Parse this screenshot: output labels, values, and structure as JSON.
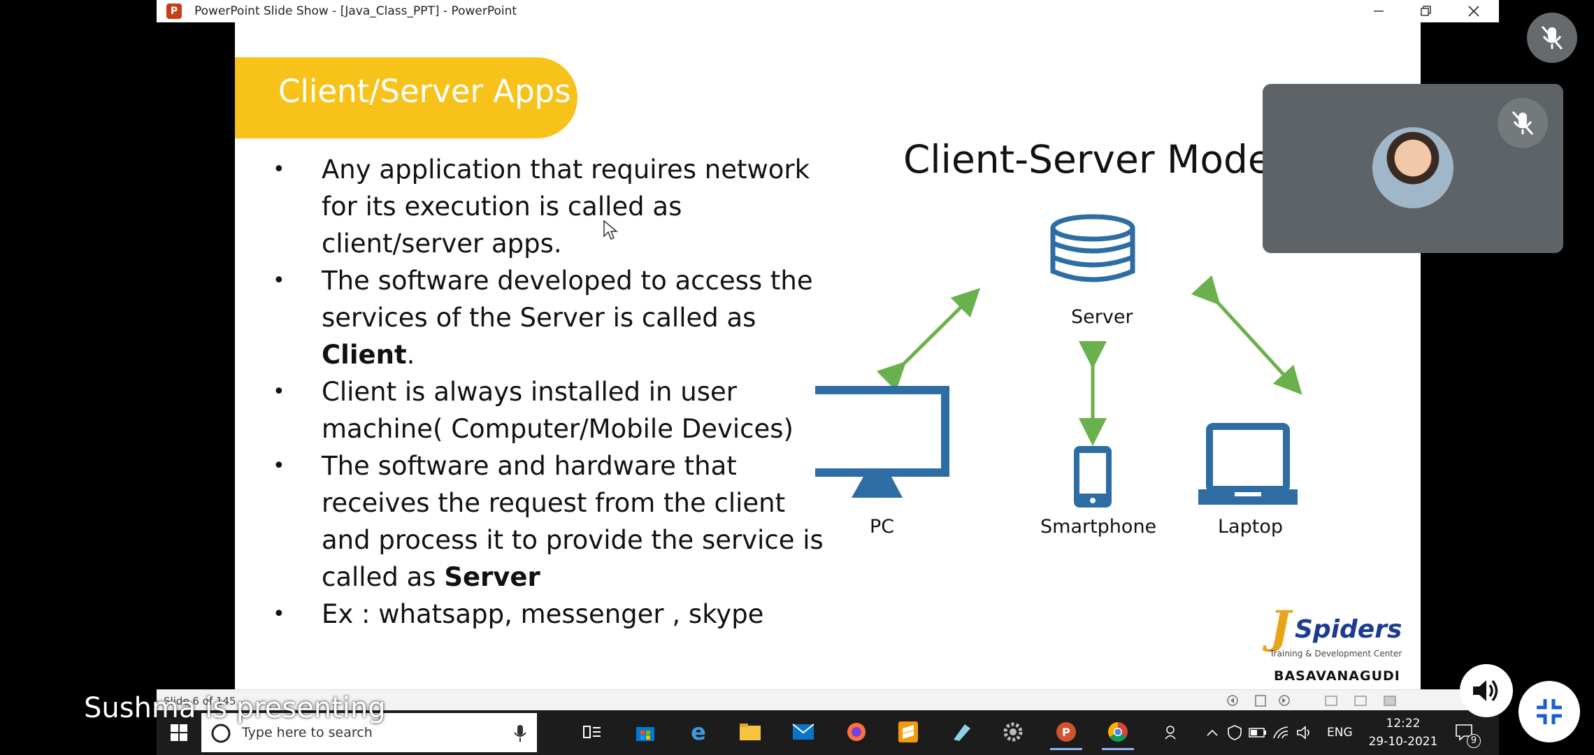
{
  "window": {
    "title": "PowerPoint Slide Show - [Java_Class_PPT] - PowerPoint",
    "app_icon_letter": "P"
  },
  "slide": {
    "banner_title": "Client/Server Apps",
    "bullets": [
      {
        "text": "Any application that requires network for its execution is called as client/server apps.",
        "bold": ""
      },
      {
        "text": "The software developed to access the services of the Server is called as ",
        "bold": "Client",
        "after": "."
      },
      {
        "text": "Client is always installed in user machine( Computer/Mobile Devices)",
        "bold": ""
      },
      {
        "text": "The software and hardware that receives the request from the client and process it to provide the service is called as ",
        "bold": "Server"
      },
      {
        "text": "Ex :  whatsapp, messenger , skype",
        "bold": ""
      }
    ],
    "diagram": {
      "title": "Client-Server Model",
      "nodes": {
        "server": "Server",
        "pc": "PC",
        "smartphone": "Smartphone",
        "laptop": "Laptop"
      },
      "colors": {
        "device": "#2e6da4",
        "arrow": "#6ab04c"
      }
    },
    "logo": {
      "j": "J",
      "spiders": "Spiders",
      "tagline": "Training & Development Center",
      "location": "BASAVANAGUDI"
    }
  },
  "statusbar": {
    "slide_info": "Slide 6 of 145"
  },
  "taskbar": {
    "search_placeholder": "Type here to search",
    "language": "ENG",
    "time": "12:22",
    "date": "29-10-2021",
    "notification_count": "9"
  },
  "meet": {
    "presenting_text": "Sushma is presenting"
  }
}
